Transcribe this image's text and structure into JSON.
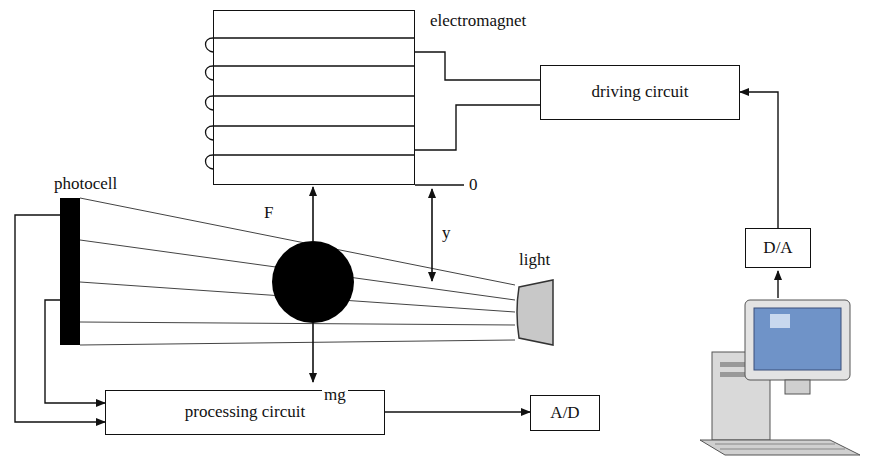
{
  "diagram": {
    "nodes": [
      {
        "text": [
          "electromagnet"
        ]
      },
      {
        "text": [
          "driving circuit"
        ]
      },
      {
        "text": [
          "photocell"
        ]
      },
      {
        "text": [
          "light"
        ]
      },
      {
        "text": [
          "D/A"
        ]
      },
      {
        "text": [
          "processing circuit"
        ]
      },
      {
        "text": [
          "A/D"
        ]
      }
    ],
    "edges": [
      {
        "from": 2,
        "to": 5,
        "arrow": "to"
      },
      {
        "from": 2,
        "to": 5,
        "arrow": "to"
      },
      {
        "from": 5,
        "to": 6,
        "arrow": "to"
      },
      {
        "from": 4,
        "to": 1,
        "arrow": "to"
      },
      {
        "from": 1,
        "to": 0,
        "arrow": "none"
      },
      {
        "from": 1,
        "to": 0,
        "arrow": "none"
      }
    ],
    "labels": [
      "F",
      "y",
      "0",
      "mg"
    ]
  }
}
